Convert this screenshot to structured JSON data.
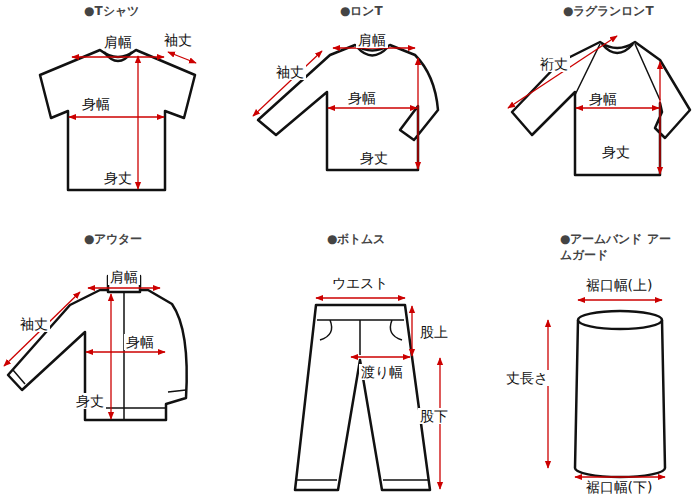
{
  "diagram": {
    "labels": [
      "●Tシャツ",
      "●ロンT",
      "●ラグランロンT",
      "●アウター",
      "●ボトムス",
      "●アームバンド アームガード",
      "肩幅",
      "袖丈",
      "身幅",
      "身丈",
      "肩幅",
      "袖丈",
      "身幅",
      "身丈",
      "裄丈",
      "身幅",
      "身丈",
      "肩幅",
      "袖丈",
      "身幅",
      "身丈",
      "ウエスト",
      "股上",
      "渡り幅",
      "股下",
      "裾口幅(上)",
      "丈長さ",
      "裾口幅(下)"
    ]
  }
}
